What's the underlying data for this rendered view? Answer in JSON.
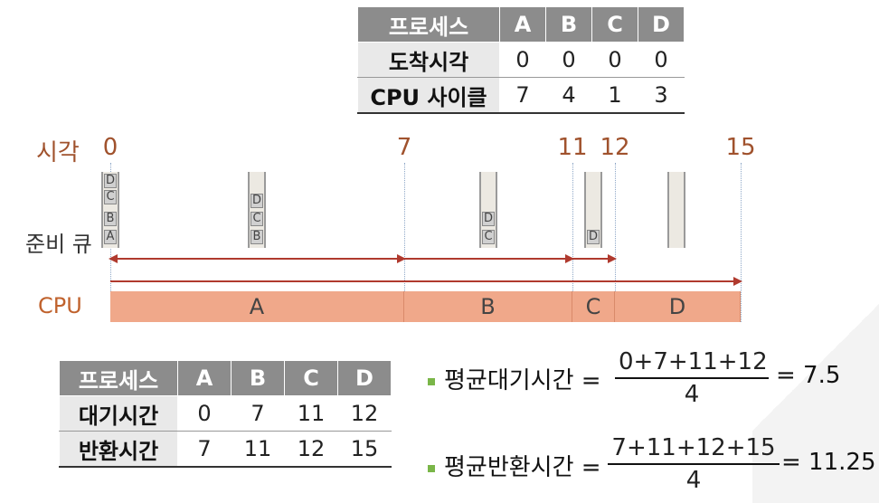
{
  "table_top": {
    "header": [
      "프로세스",
      "A",
      "B",
      "C",
      "D"
    ],
    "rows": [
      {
        "label": "도착시각",
        "values": [
          "0",
          "0",
          "0",
          "0"
        ]
      },
      {
        "label": "CPU 사이클",
        "values": [
          "7",
          "4",
          "1",
          "3"
        ]
      }
    ]
  },
  "timeline": {
    "time_label": "시각",
    "ticks": [
      "0",
      "7",
      "11",
      "12",
      "15"
    ],
    "ready_label": "준비 큐",
    "cpu_label": "CPU",
    "queues": [
      [
        "D",
        "C",
        "B",
        "A"
      ],
      [
        "D",
        "C",
        "B"
      ],
      [
        "D",
        "C"
      ],
      [
        "D"
      ],
      []
    ],
    "gantt": [
      "A",
      "B",
      "C",
      "D"
    ]
  },
  "table_bottom": {
    "header": [
      "프로세스",
      "A",
      "B",
      "C",
      "D"
    ],
    "rows": [
      {
        "label": "대기시간",
        "values": [
          "0",
          "7",
          "11",
          "12"
        ]
      },
      {
        "label": "반환시간",
        "values": [
          "7",
          "11",
          "12",
          "15"
        ]
      }
    ]
  },
  "formulas": {
    "avg_wait": {
      "label": "평균대기시간 =",
      "numerator": "0+7+11+12",
      "denominator": "4",
      "result": "= 7.5"
    },
    "avg_turnaround": {
      "label": "평균반환시간 =",
      "numerator": "7+11+12+15",
      "denominator": "4",
      "result": "= 11.25"
    }
  },
  "colors": {
    "accent": "#b03a2e",
    "gantt_fill": "#f0a88a",
    "header_fill": "#8c8c8c",
    "bullet": "#7ab648"
  }
}
